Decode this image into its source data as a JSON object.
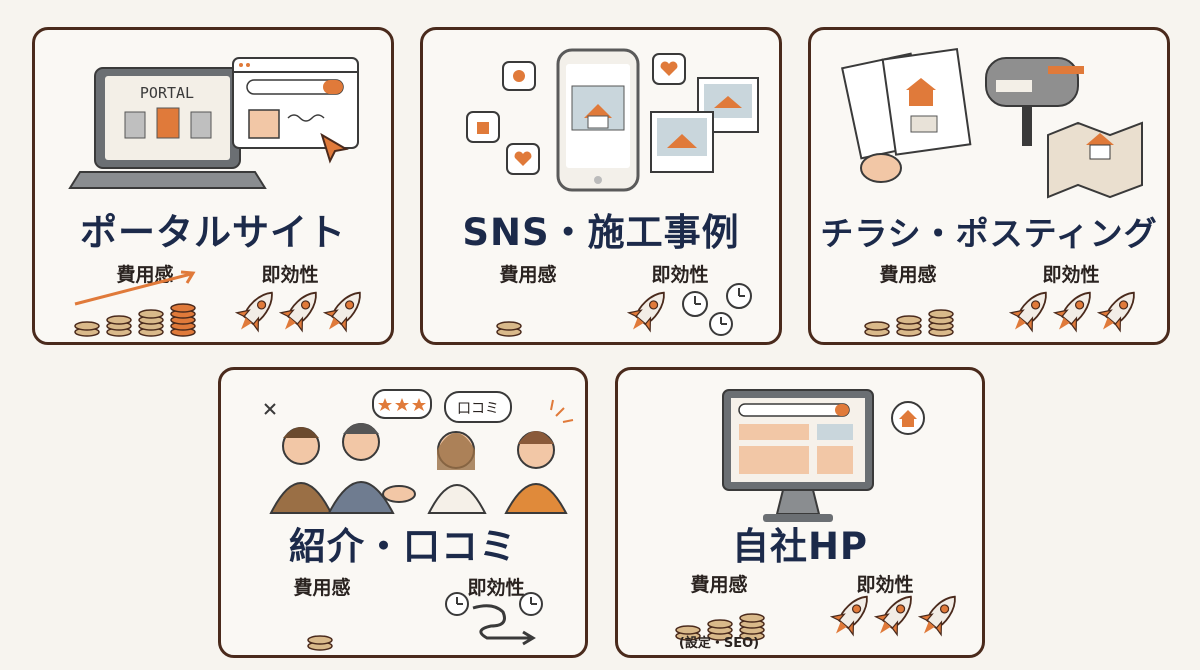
{
  "colors": {
    "navy": "#1c2a4a",
    "orange": "#e07a3a",
    "brown": "#4a2a1c",
    "coin": "#d9b98a",
    "background": "#f7f4ef"
  },
  "labels": {
    "cost": "費用感",
    "speed": "即効性"
  },
  "cards": [
    {
      "title": "ポータルサイト",
      "cost_level": 4,
      "speed_level": 3,
      "illustration_text": "PORTAL",
      "icons": [
        "laptop-icon",
        "browser-window-icon",
        "cursor-icon",
        "coin-stack-icon",
        "rocket-icon",
        "trend-arrow-icon"
      ]
    },
    {
      "title": "SNS・施工事例",
      "cost_level": 1,
      "speed_level": 1,
      "icons": [
        "smartphone-icon",
        "camera-bubble-icon",
        "like-bubble-icon",
        "heart-bubble-icon",
        "house-photo-icon",
        "clock-icon",
        "rocket-icon"
      ]
    },
    {
      "title": "チラシ・ポスティング",
      "cost_level": 3,
      "speed_level": 3,
      "icons": [
        "flyer-icon",
        "mailbox-icon",
        "map-icon",
        "coin-stack-icon",
        "rocket-icon"
      ]
    },
    {
      "title": "紹介・口コミ",
      "cost_level": 1,
      "speed_level": 0,
      "illustration_text": "口コミ",
      "icons": [
        "people-handshake-icon",
        "star-bubble-icon",
        "speech-bubble-icon",
        "clock-icon",
        "wavy-arrow-icon"
      ]
    },
    {
      "title": "自社HP",
      "cost_level": 3,
      "speed_level": 3,
      "note": "(設定・SEO)",
      "icons": [
        "monitor-icon",
        "home-bubble-icon",
        "coin-stack-icon",
        "rocket-icon"
      ]
    }
  ]
}
